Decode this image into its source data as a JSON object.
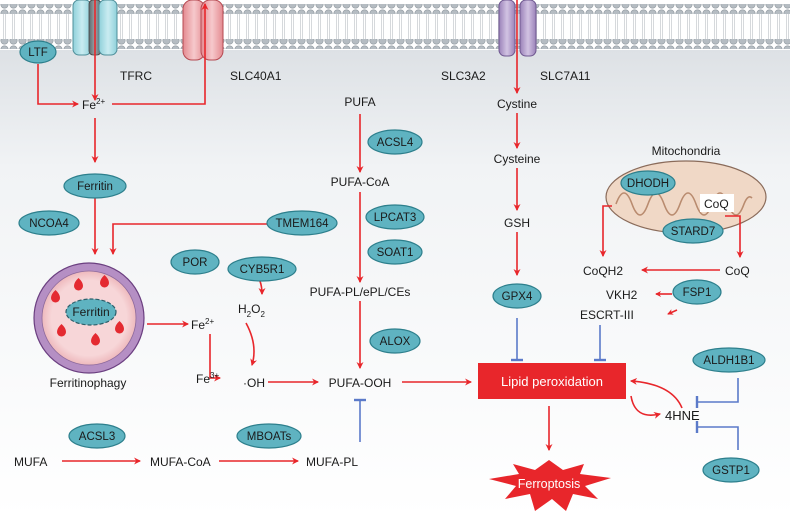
{
  "membrane": {
    "channels": {
      "tfrc": "TFRC",
      "slc40a1": "SLC40A1",
      "slc3a2": "SLC3A2",
      "slc7a11": "SLC7A11"
    }
  },
  "enzymes": {
    "ltf": "LTF",
    "ferritin": "Ferritin",
    "ncoa4": "NCOA4",
    "tmem164": "TMEM164",
    "por": "POR",
    "cyb5r1": "CYB5R1",
    "acsl4": "ACSL4",
    "lpcat3": "LPCAT3",
    "soat1": "SOAT1",
    "alox": "ALOX",
    "acsl3": "ACSL3",
    "mboats": "MBOATs",
    "gpx4": "GPX4",
    "dhodh": "DHODH",
    "stard7": "STARD7",
    "fsp1": "FSP1",
    "aldh1b1": "ALDH1B1",
    "gstp1": "GSTP1"
  },
  "metabolites": {
    "fe2_top": {
      "base": "Fe",
      "sup": "2+"
    },
    "fe2_mid": {
      "base": "Fe",
      "sup": "2+"
    },
    "fe3": {
      "base": "Fe",
      "sup": "3+"
    },
    "h2o2": {
      "base": "H",
      "sub1": "2",
      "mid": "O",
      "sub2": "2"
    },
    "oh": "·OH",
    "pufa": "PUFA",
    "pufa_coa": "PUFA-CoA",
    "pufa_pl": "PUFA-PL/ePL/CEs",
    "pufa_ooh": "PUFA-OOH",
    "mufa": "MUFA",
    "mufa_coa": "MUFA-CoA",
    "mufa_pl": "MUFA-PL",
    "cystine": "Cystine",
    "cysteine": "Cysteine",
    "gsh": "GSH",
    "coqh2": "CoQH2",
    "coq_right": "CoQ",
    "coq_mito": "CoQ",
    "vkh2": "VKH2",
    "escrt": "ESCRT-III",
    "hne": "4HNE"
  },
  "labels": {
    "mitochondria": "Mitochondria",
    "ferritinophagy": "Ferritinophagy",
    "ferritin_inside": "Ferritin",
    "lipid_peroxidation": "Lipid peroxidation",
    "ferroptosis": "Ferroptosis"
  },
  "colors": {
    "arrow": "#e8262b",
    "inhibit": "#5b7ac9",
    "enzyme_fill": "#5fb3c1",
    "enzyme_stroke": "#2d7f8c",
    "lipid_box": "#e8262b",
    "membrane_head": "#b5bcc2",
    "cell_bg": "#eef0f2"
  }
}
